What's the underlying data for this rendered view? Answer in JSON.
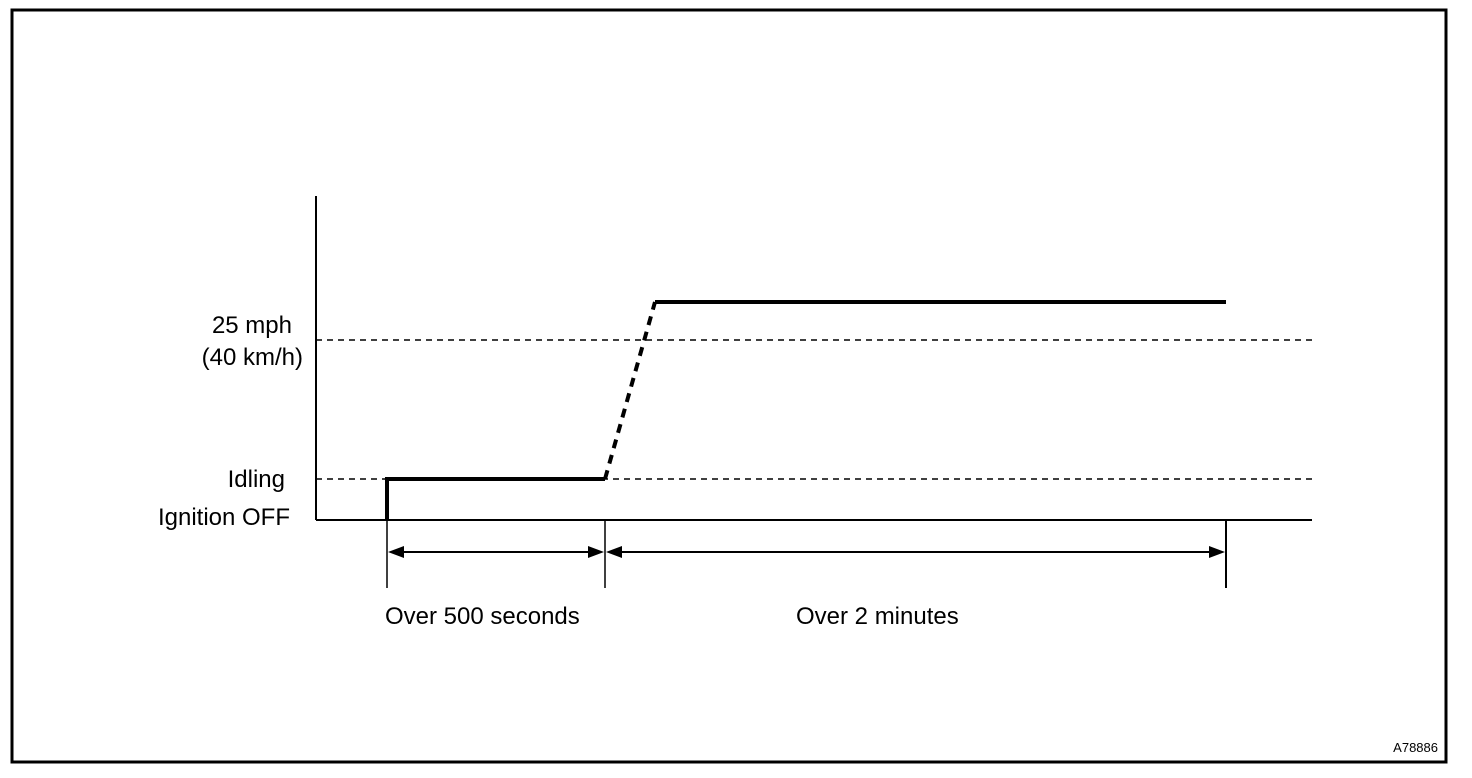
{
  "y_axis_labels": {
    "speed_line1": "25 mph",
    "speed_line2": "(40 km/h)",
    "idling": "Idling",
    "ignition_off": "Ignition OFF"
  },
  "durations": {
    "first": "Over 500 seconds",
    "second": "Over 2 minutes"
  },
  "figure_id": "A78886",
  "colors": {
    "line": "#000000",
    "background": "#ffffff"
  }
}
